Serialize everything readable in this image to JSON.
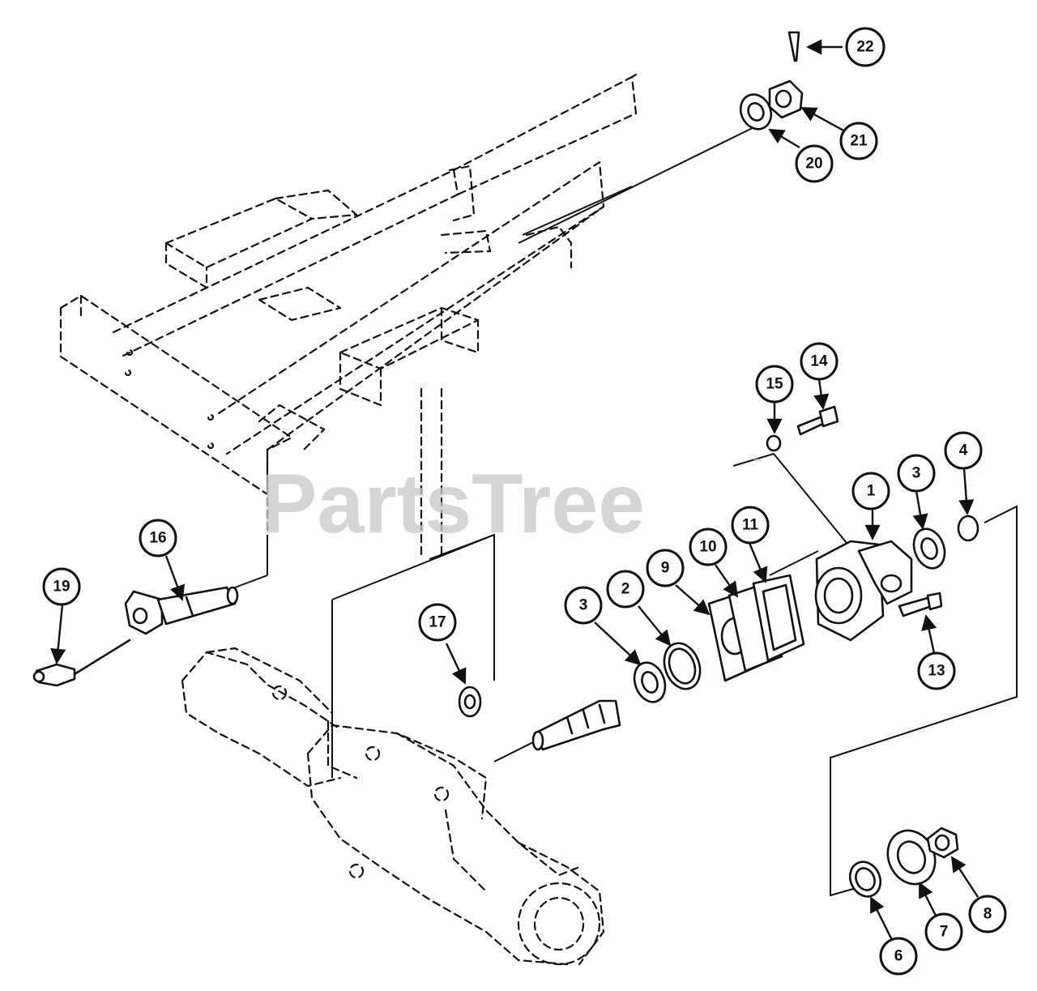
{
  "watermark": {
    "text": "PartsTree",
    "trademark": "™"
  },
  "callouts": [
    {
      "id": "c1",
      "label": "1"
    },
    {
      "id": "c2",
      "label": "2"
    },
    {
      "id": "c3a",
      "label": "3"
    },
    {
      "id": "c3b",
      "label": "3"
    },
    {
      "id": "c4",
      "label": "4"
    },
    {
      "id": "c6",
      "label": "6"
    },
    {
      "id": "c7",
      "label": "7"
    },
    {
      "id": "c8",
      "label": "8"
    },
    {
      "id": "c9",
      "label": "9"
    },
    {
      "id": "c10",
      "label": "10"
    },
    {
      "id": "c11",
      "label": "11"
    },
    {
      "id": "c13",
      "label": "13"
    },
    {
      "id": "c14",
      "label": "14"
    },
    {
      "id": "c15",
      "label": "15"
    },
    {
      "id": "c16",
      "label": "16"
    },
    {
      "id": "c17",
      "label": "17"
    },
    {
      "id": "c19",
      "label": "19"
    },
    {
      "id": "c20",
      "label": "20"
    },
    {
      "id": "c21",
      "label": "21"
    },
    {
      "id": "c22",
      "label": "22"
    }
  ]
}
